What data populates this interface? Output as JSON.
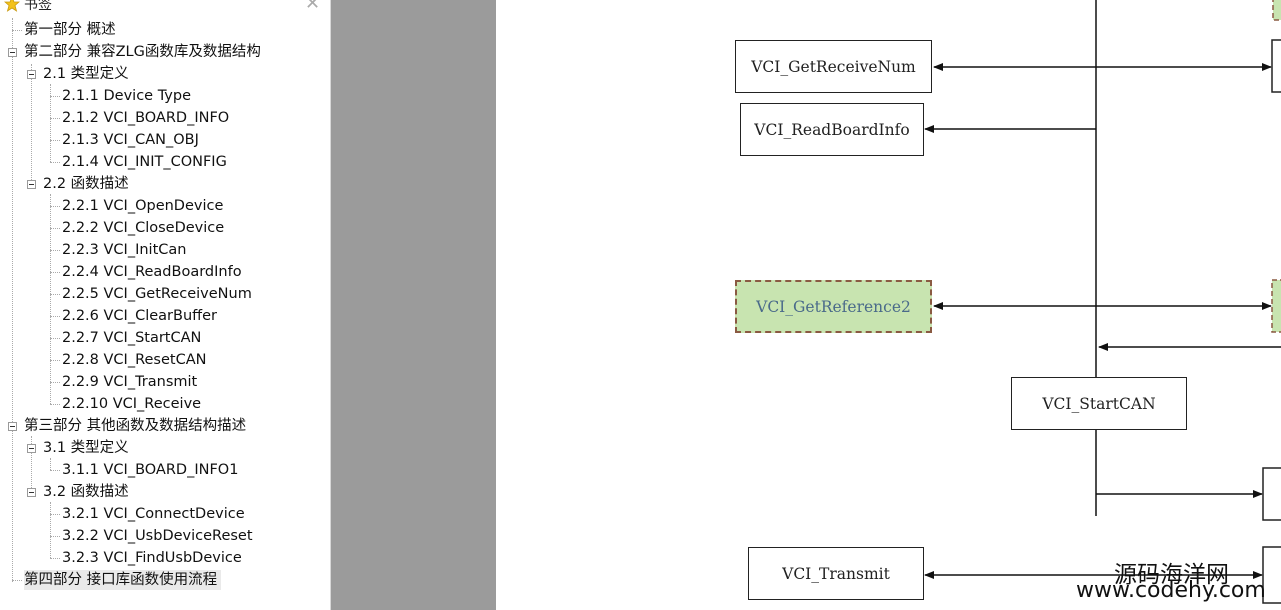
{
  "sidebar": {
    "title": "书签",
    "items": [
      {
        "label": "第一部分 概述"
      },
      {
        "label": "第二部分 兼容ZLG函数库及数据结构"
      },
      {
        "label": "2.1 类型定义"
      },
      {
        "label": "2.1.1 Device Type"
      },
      {
        "label": "2.1.2 VCI_BOARD_INFO"
      },
      {
        "label": "2.1.3 VCI_CAN_OBJ"
      },
      {
        "label": "2.1.4 VCI_INIT_CONFIG"
      },
      {
        "label": "2.2 函数描述"
      },
      {
        "label": "2.2.1 VCI_OpenDevice"
      },
      {
        "label": "2.2.2 VCI_CloseDevice"
      },
      {
        "label": "2.2.3 VCI_InitCan"
      },
      {
        "label": "2.2.4 VCI_ReadBoardInfo"
      },
      {
        "label": "2.2.5 VCI_GetReceiveNum"
      },
      {
        "label": "2.2.6 VCI_ClearBuffer"
      },
      {
        "label": "2.2.7 VCI_StartCAN"
      },
      {
        "label": "2.2.8 VCI_ResetCAN"
      },
      {
        "label": "2.2.9 VCI_Transmit"
      },
      {
        "label": "2.2.10 VCI_Receive"
      },
      {
        "label": "第三部分 其他函数及数据结构描述"
      },
      {
        "label": "3.1 类型定义"
      },
      {
        "label": "3.1.1 VCI_BOARD_INFO1"
      },
      {
        "label": "3.2 函数描述"
      },
      {
        "label": "3.2.1 VCI_ConnectDevice"
      },
      {
        "label": "3.2.2 VCI_UsbDeviceReset"
      },
      {
        "label": "3.2.3 VCI_FindUsbDevice"
      },
      {
        "label": "第四部分 接口库函数使用流程"
      }
    ]
  },
  "diagram": {
    "boxes": {
      "get_receive_num": "VCI_GetReceiveNum",
      "read_board_info": "VCI_ReadBoardInfo",
      "get_reference2": "VCI_GetReference2",
      "start_can": "VCI_StartCAN",
      "transmit": "VCI_Transmit"
    }
  },
  "watermark": {
    "line1": "源码海洋网",
    "line2": "www.codehy.com"
  },
  "colors": {
    "gutter": "#9b9b9b",
    "green_box_fill": "#c8e4b0",
    "green_box_border": "#8a5a42"
  }
}
